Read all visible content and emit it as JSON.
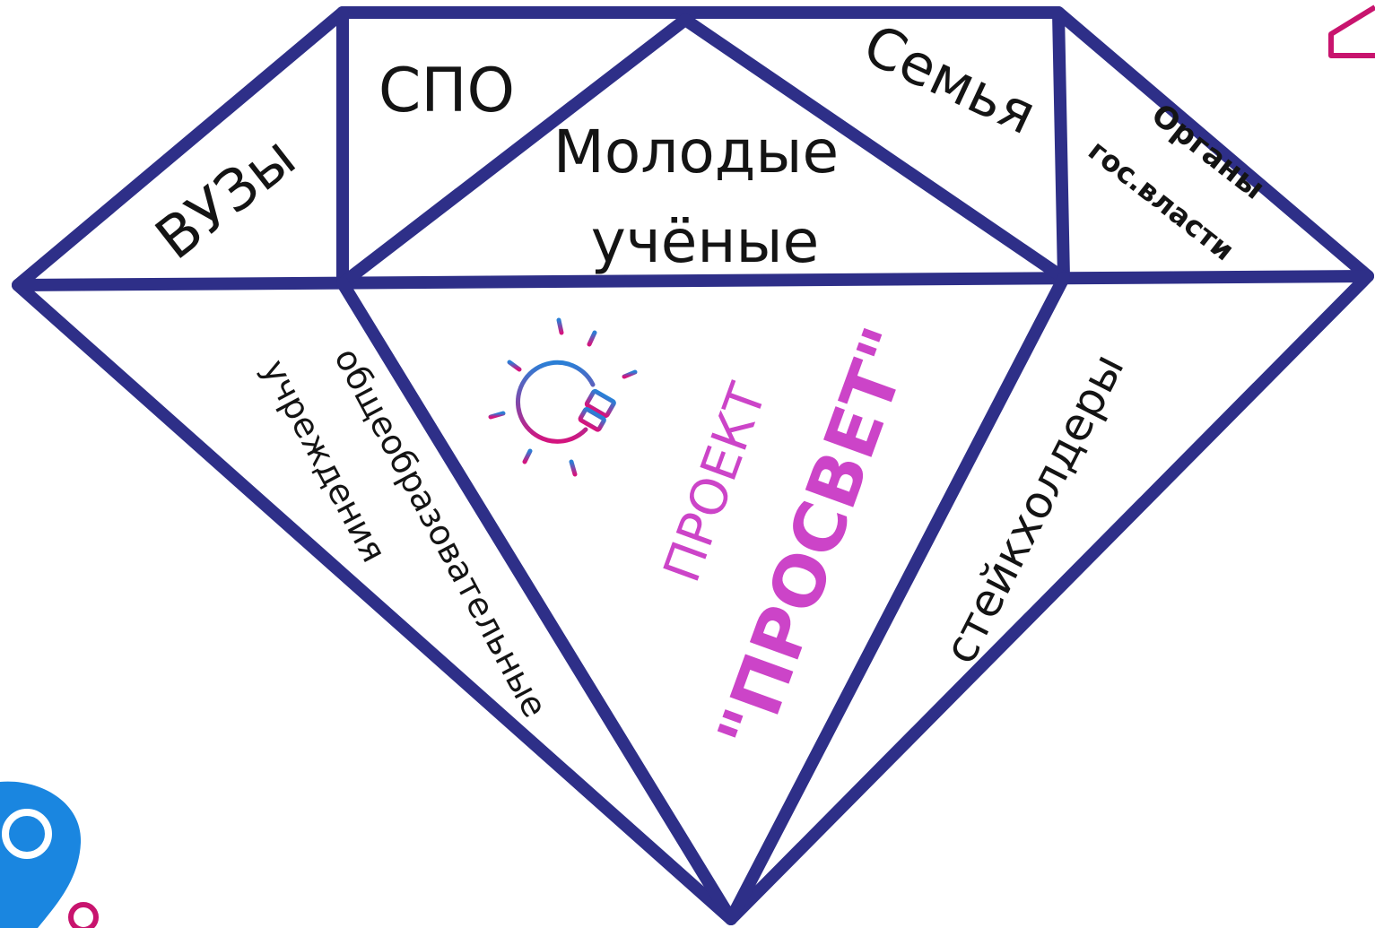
{
  "diagram": {
    "colors": {
      "outline": "#2e2f88",
      "label": "#141414",
      "project_text": "#cc44c8",
      "bulb_gradient_start": "#2a7fd6",
      "bulb_gradient_end": "#d4147e",
      "accent_pink": "#c8146e",
      "pin_blue": "#1a86e0"
    },
    "labels": {
      "vuzy": "ВУЗы",
      "spo": "СПО",
      "young_scientists_line1": "Молодые",
      "young_scientists_line2": "учёные",
      "family": "Семья",
      "gov_line1": "Органы",
      "gov_line2": "гос.власти",
      "schools_line1": "общеобразовательные",
      "schools_line2": "учреждения",
      "stakeholders": "стейкхолдеры"
    },
    "center": {
      "project_word": "ПРОЕКТ",
      "project_name": "\"ПРОСВЕТ\""
    },
    "icons": {
      "bulb": "lightbulb-icon",
      "corner": "home-outline-icon",
      "pin": "location-pin-icon"
    }
  }
}
